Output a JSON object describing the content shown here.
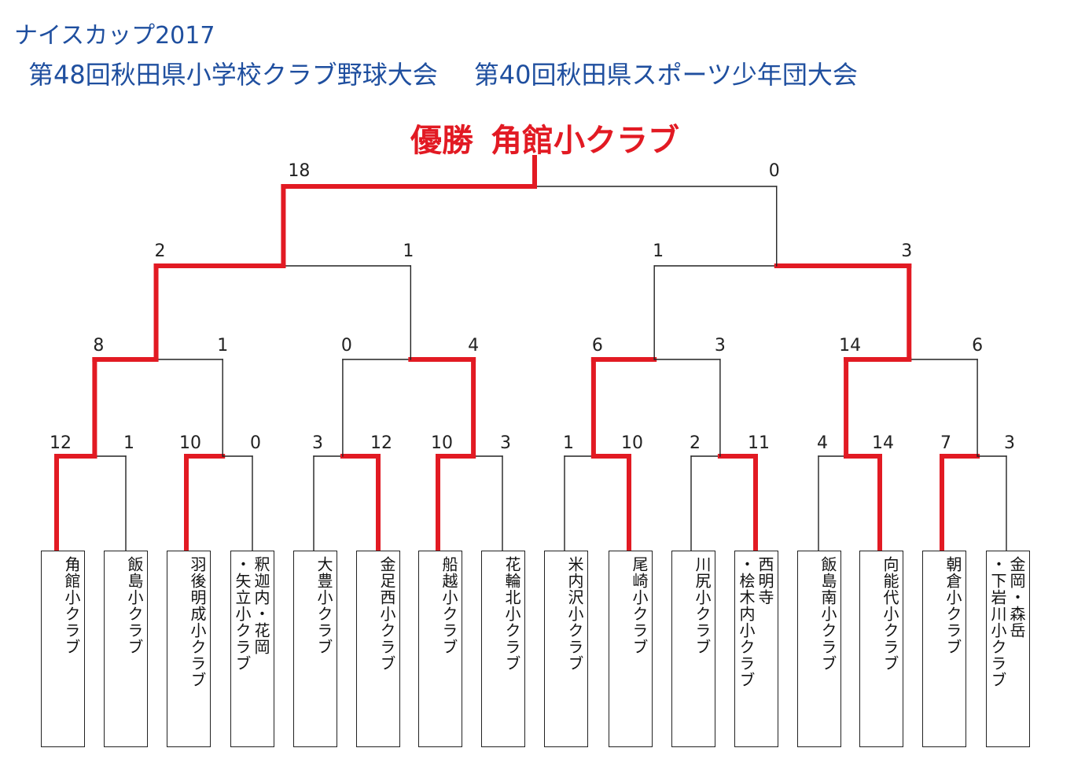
{
  "header": {
    "line1": "ナイスカップ2017",
    "line2_part1": "第48回秋田県小学校クラブ野球大会",
    "line2_part2": "第40回秋田県スポーツ少年団大会"
  },
  "champion": {
    "label": "優勝",
    "team": "角館小クラブ"
  },
  "colors": {
    "title": "#1f4f9f",
    "winner": "#e21a23",
    "line": "#222222"
  },
  "teams": [
    "角館小クラブ",
    "飯島小クラブ",
    "羽後明成小クラブ",
    "釈迦内・花岡\n・矢立小クラブ",
    "大豊小クラブ",
    "金足西小クラブ",
    "船越小クラブ",
    "花輪北小クラブ",
    "米内沢小クラブ",
    "尾崎小クラブ",
    "川尻小クラブ",
    "西明寺\n・桧木内小クラブ",
    "飯島南小クラブ",
    "向能代小クラブ",
    "朝倉小クラブ",
    "金岡・森岳\n・下岩川小クラブ"
  ],
  "rounds": {
    "round1": [
      [
        "12",
        "1"
      ],
      [
        "10",
        "0"
      ],
      [
        "3",
        "12"
      ],
      [
        "10",
        "3"
      ],
      [
        "1",
        "10"
      ],
      [
        "2",
        "11"
      ],
      [
        "4",
        "14"
      ],
      [
        "7",
        "3"
      ]
    ],
    "round2": [
      [
        "8",
        "1"
      ],
      [
        "0",
        "4"
      ],
      [
        "6",
        "3"
      ],
      [
        "14",
        "6"
      ]
    ],
    "semifinal": [
      [
        "2",
        "1"
      ],
      [
        "1",
        "3"
      ]
    ],
    "final": [
      "18",
      "0"
    ]
  },
  "winners": {
    "round1": [
      0,
      0,
      1,
      0,
      1,
      1,
      1,
      0
    ],
    "round2": [
      0,
      1,
      0,
      0
    ],
    "semifinal": [
      0,
      1
    ],
    "final": 0
  }
}
